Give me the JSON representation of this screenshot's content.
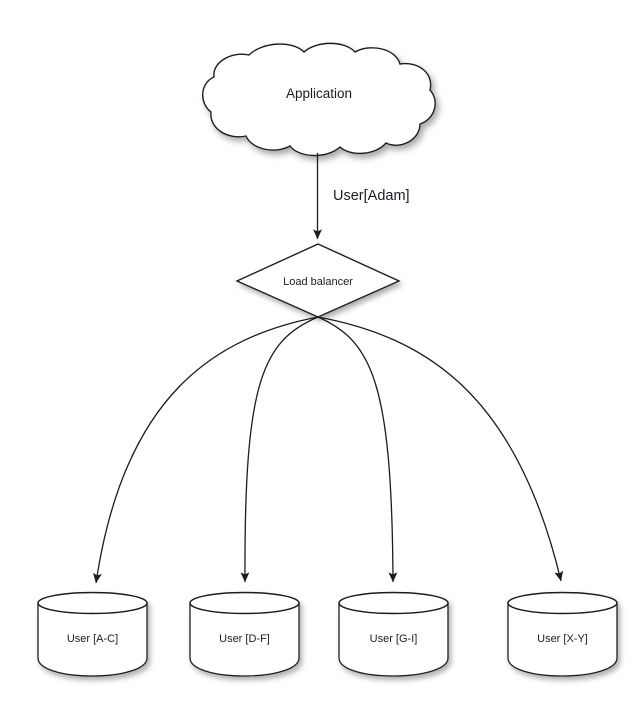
{
  "diagram": {
    "title_node": {
      "id": "application-cloud",
      "shape": "cloud",
      "label": "Application"
    },
    "edge_main": {
      "label": "User[Adam]",
      "from": "application-cloud",
      "to": "load-balancer"
    },
    "balancer": {
      "id": "load-balancer",
      "shape": "diamond",
      "label": "Load balancer"
    },
    "shards": [
      {
        "id": "shard-a-c",
        "shape": "cylinder",
        "label": "User [A-C]"
      },
      {
        "id": "shard-d-f",
        "shape": "cylinder",
        "label": "User [D-F]"
      },
      {
        "id": "shard-g-i",
        "shape": "cylinder",
        "label": "User [G-I]"
      },
      {
        "id": "shard-x-y",
        "shape": "cylinder",
        "label": "User [X-Y]"
      }
    ],
    "colors": {
      "background": "#ffffff",
      "shape_fill": "#ffffff",
      "stroke": "#1c1c1c",
      "text": "#1a1a2e",
      "shadow": "#b0b0b0"
    }
  }
}
